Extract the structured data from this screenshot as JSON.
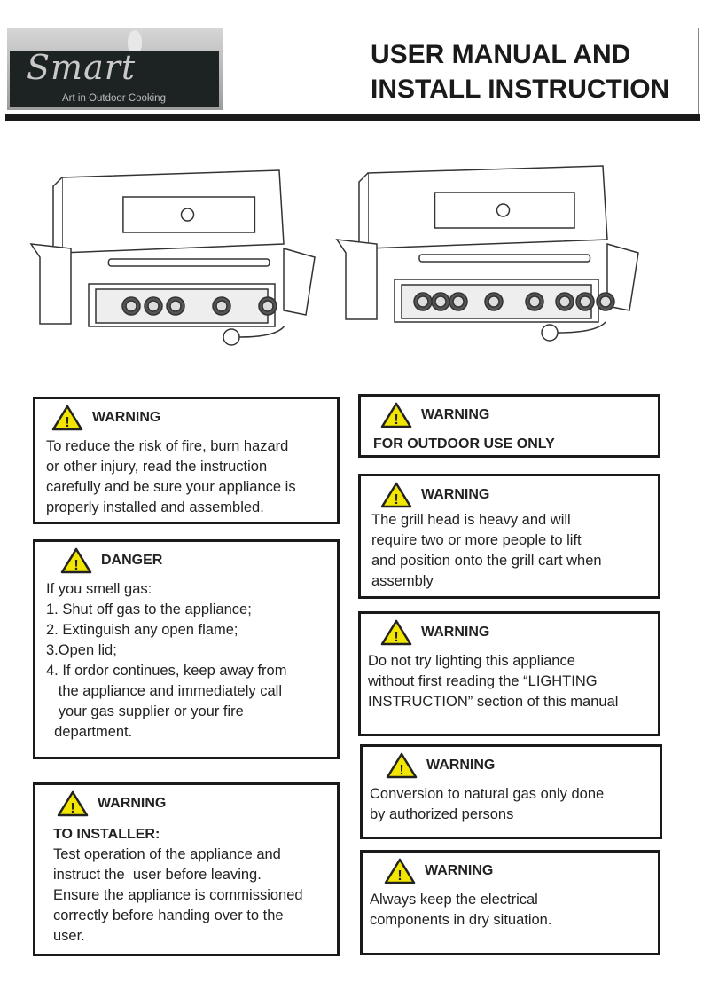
{
  "header": {
    "logo_text": "Smart",
    "logo_tagline": "Art in Outdoor Cooking",
    "title_line1": "USER MANUAL AND",
    "title_line2": "INSTALL INSTRUCTION"
  },
  "boxes": [
    {
      "heading": "WARNING",
      "subheading": "",
      "lines": [
        "To reduce the risk of fire, burn hazard",
        "or other injury, read the instruction",
        "carefully and be sure your appliance is",
        "properly installed and assembled."
      ]
    },
    {
      "heading": "DANGER",
      "subheading": "",
      "lines": [
        "If you smell gas:",
        "1. Shut off gas to the appliance;",
        "2. Extinguish any open flame;",
        "3.Open lid;",
        "4. If ordor continues, keep away from",
        "   the appliance and immediately call",
        "   your gas supplier or your fire",
        "  department."
      ]
    },
    {
      "heading": "WARNING",
      "subheading": "TO INSTALLER:",
      "lines": [
        "Test operation of the appliance and",
        "instruct the  user before leaving.",
        "Ensure the appliance is commissioned",
        "correctly before handing over to the",
        "user."
      ]
    },
    {
      "heading": "WARNING",
      "subheading": "FOR OUTDOOR USE ONLY",
      "lines": []
    },
    {
      "heading": "WARNING",
      "subheading": "",
      "lines": [
        "The grill head is heavy and will",
        "require two or more people to lift",
        "and position onto the grill cart when",
        "assembly"
      ]
    },
    {
      "heading": "WARNING",
      "subheading": "",
      "lines": [
        "Do not try lighting this appliance",
        "without first reading the “LIGHTING",
        "INSTRUCTION” section of this manual"
      ]
    },
    {
      "heading": "WARNING",
      "subheading": "",
      "lines": [
        "Conversion to natural gas only done",
        "by authorized persons"
      ]
    },
    {
      "heading": "WARNING",
      "subheading": "",
      "lines": [
        "Always keep the electrical",
        "components in dry situation."
      ]
    }
  ],
  "colors": {
    "warning_yellow": "#f2e600",
    "border": "#1a1a1a"
  },
  "icons": {
    "warning": "warning-triangle-icon"
  }
}
